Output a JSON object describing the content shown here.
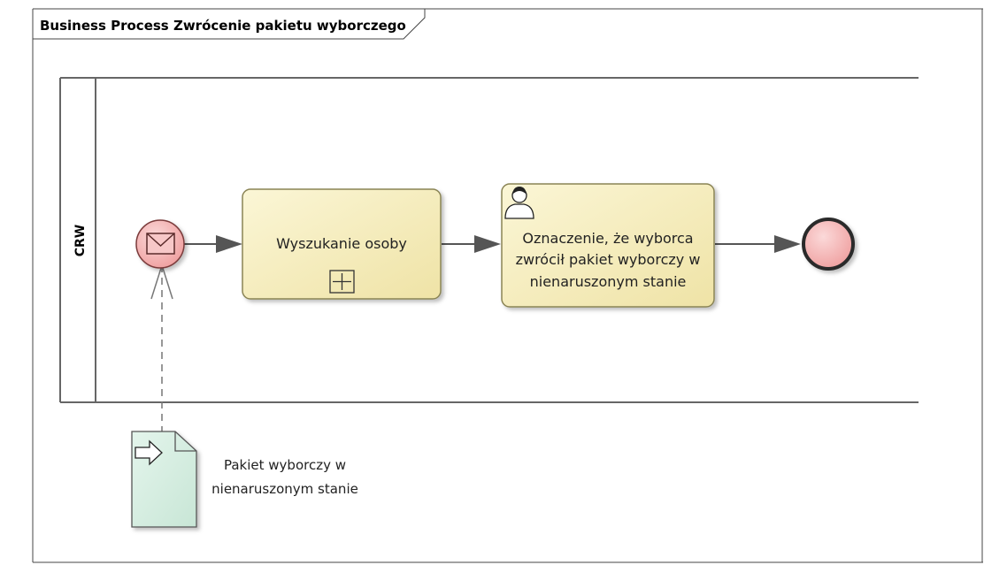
{
  "diagram": {
    "title": "Business Process Zwrócenie pakietu wyborczego",
    "lane": {
      "label": "CRW"
    },
    "nodes": {
      "start_event": {
        "kind": "message-start-event"
      },
      "task_search": {
        "label": "Wyszukanie osoby",
        "marker": "subprocess-plus"
      },
      "task_mark": {
        "lines": [
          "Oznaczenie, że wyborca",
          "zwrócił pakiet wyborczy w",
          "nienaruszonym stanie"
        ],
        "marker": "user-task"
      },
      "end_event": {
        "kind": "end-event"
      },
      "data_object": {
        "kind": "data-input",
        "lines": [
          "Pakiet wyborczy w",
          "nienaruszonym stanie"
        ]
      }
    },
    "colors": {
      "task_fill": "#f6efc2",
      "task_border": "#8a8455",
      "event_fill": "#f3b8b8",
      "event_border": "#7a3a3a",
      "data_fill": "#d9efe4",
      "line": "#555555"
    }
  }
}
